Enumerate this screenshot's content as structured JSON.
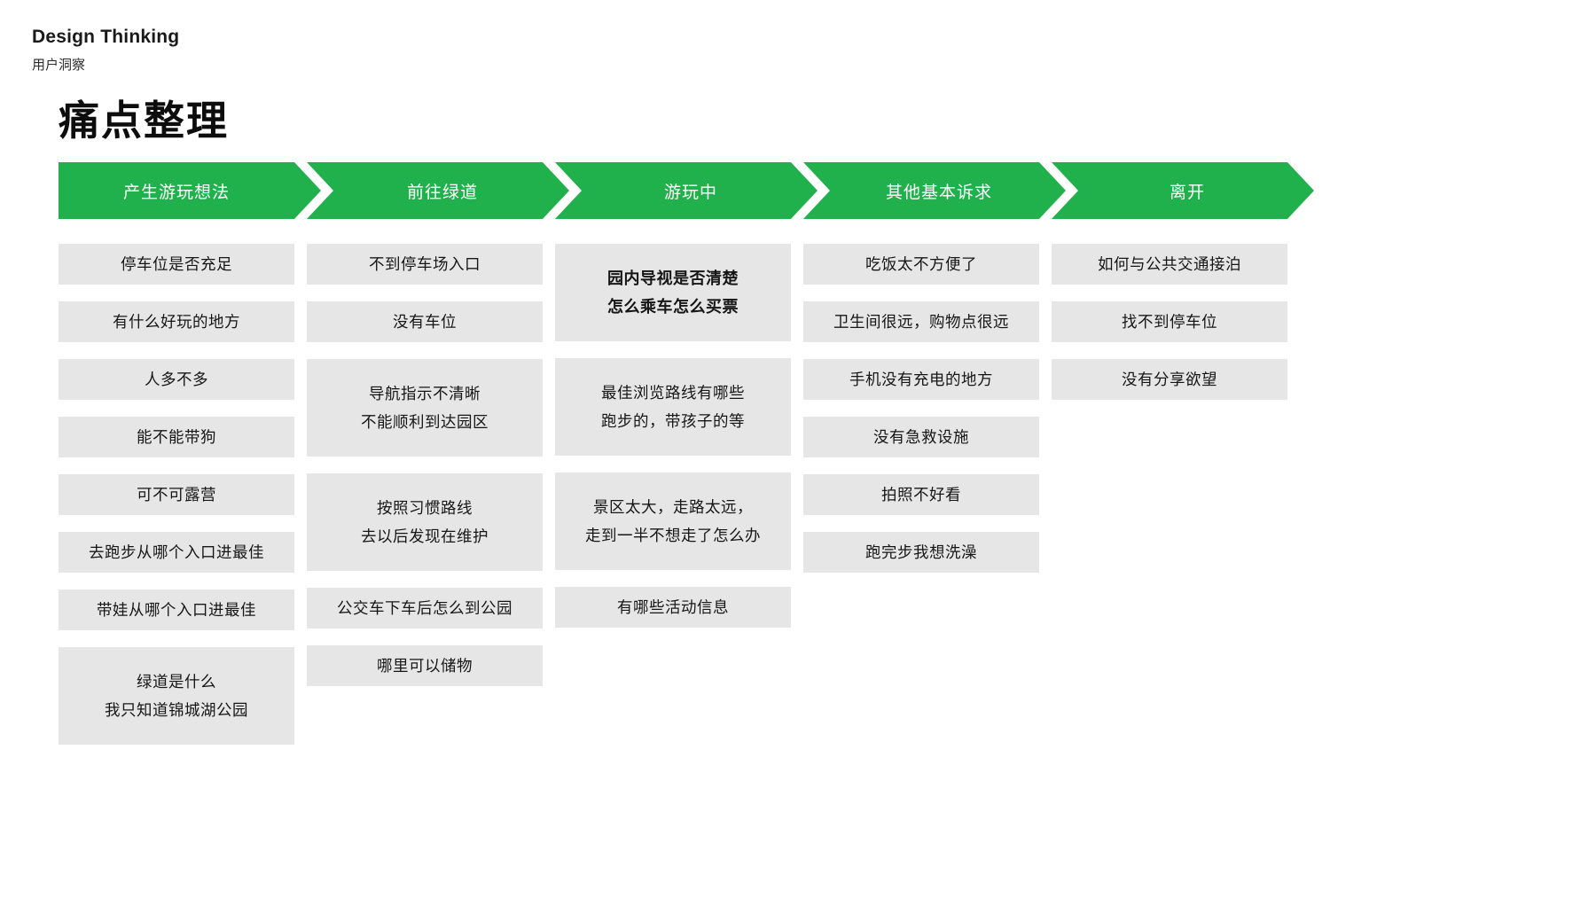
{
  "header": {
    "brand": "Design Thinking",
    "subtitle": "用户洞察",
    "title": "痛点整理"
  },
  "colors": {
    "stage_green": "#21b14c",
    "card_gray": "#e6e6e6",
    "stage_text": "#ffffff",
    "card_text": "#161616"
  },
  "stages": [
    {
      "label": "产生游玩想法",
      "items": [
        {
          "lines": [
            "停车位是否充足"
          ],
          "span": 1
        },
        {
          "lines": [
            "有什么好玩的地方"
          ],
          "span": 1
        },
        {
          "lines": [
            "人多不多"
          ],
          "span": 1
        },
        {
          "lines": [
            "能不能带狗"
          ],
          "span": 1
        },
        {
          "lines": [
            "可不可露营"
          ],
          "span": 1
        },
        {
          "lines": [
            "去跑步从哪个入口进最佳"
          ],
          "span": 1
        },
        {
          "lines": [
            "带娃从哪个入口进最佳"
          ],
          "span": 1
        },
        {
          "lines": [
            "绿道是什么",
            "我只知道锦城湖公园"
          ],
          "span": 2
        }
      ]
    },
    {
      "label": "前往绿道",
      "items": [
        {
          "lines": [
            "不到停车场入口"
          ],
          "span": 1
        },
        {
          "lines": [
            "没有车位"
          ],
          "span": 1
        },
        {
          "lines": [
            "导航指示不清晰",
            "不能顺利到达园区"
          ],
          "span": 2
        },
        {
          "lines": [
            "按照习惯路线",
            "去以后发现在维护"
          ],
          "span": 2
        },
        {
          "lines": [
            "公交车下车后怎么到公园"
          ],
          "span": 1
        },
        {
          "lines": [
            "哪里可以储物"
          ],
          "span": 1
        }
      ]
    },
    {
      "label": "游玩中",
      "items": [
        {
          "lines": [
            "园内导视是否清楚",
            "怎么乘车怎么买票"
          ],
          "span": 2,
          "bold": true
        },
        {
          "lines": [
            "最佳浏览路线有哪些",
            "跑步的，带孩子的等"
          ],
          "span": 2
        },
        {
          "lines": [
            "景区太大，走路太远，",
            "走到一半不想走了怎么办"
          ],
          "span": 2
        },
        {
          "lines": [
            "有哪些活动信息"
          ],
          "span": 1
        }
      ]
    },
    {
      "label": "其他基本诉求",
      "items": [
        {
          "lines": [
            "吃饭太不方便了"
          ],
          "span": 1
        },
        {
          "lines": [
            "卫生间很远，购物点很远"
          ],
          "span": 1
        },
        {
          "lines": [
            "手机没有充电的地方"
          ],
          "span": 1
        },
        {
          "lines": [
            "没有急救设施"
          ],
          "span": 1
        },
        {
          "lines": [
            "拍照不好看"
          ],
          "span": 1
        },
        {
          "lines": [
            "跑完步我想洗澡"
          ],
          "span": 1
        }
      ]
    },
    {
      "label": "离开",
      "items": [
        {
          "lines": [
            "如何与公共交通接泊"
          ],
          "span": 1
        },
        {
          "lines": [
            "找不到停车位"
          ],
          "span": 1
        },
        {
          "lines": [
            "没有分享欲望"
          ],
          "span": 1
        }
      ]
    }
  ]
}
